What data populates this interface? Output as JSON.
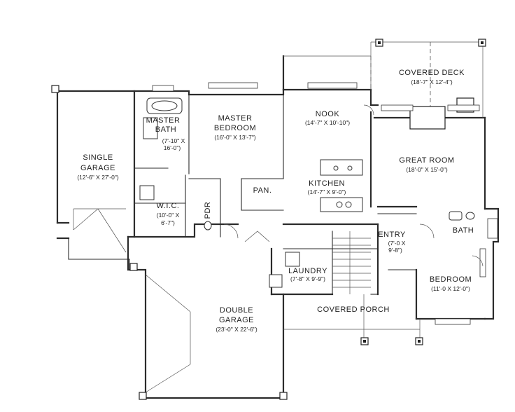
{
  "rooms": [
    {
      "id": "covered-deck",
      "name": "COVERED DECK",
      "dims": "(18'-7\" X 12'-4\")"
    },
    {
      "id": "nook",
      "name": "NOOK",
      "dims": "(14'-7\" X 10'-10\")"
    },
    {
      "id": "master-bath",
      "name": "MASTER BATH",
      "dims": "(7'-10\" X 16'-0\")"
    },
    {
      "id": "master-bedroom",
      "name": "MASTER BEDROOM",
      "dims": "(16'-0\" X 13'-7\")"
    },
    {
      "id": "single-garage",
      "name": "SINGLE GARAGE",
      "dims": "(12'-6\" X 27'-0\")"
    },
    {
      "id": "great-room",
      "name": "GREAT ROOM",
      "dims": "(18'-0\" X 15'-0\")"
    },
    {
      "id": "kitchen",
      "name": "KITCHEN",
      "dims": "(14'-7\" X 9'-0\")"
    },
    {
      "id": "pantry",
      "name": "PAN.",
      "dims": ""
    },
    {
      "id": "wic",
      "name": "W.I.C.",
      "dims": "(10'-0\" X 6'-7\")"
    },
    {
      "id": "powder",
      "name": "PDR",
      "dims": ""
    },
    {
      "id": "bath",
      "name": "BATH",
      "dims": ""
    },
    {
      "id": "entry",
      "name": "ENTRY",
      "dims": "(7'-0 X 9'-8\")"
    },
    {
      "id": "laundry",
      "name": "LAUNDRY",
      "dims": "(7'-8\" X 9'-9\")"
    },
    {
      "id": "bedroom",
      "name": "BEDROOM",
      "dims": "(11'-0 X 12'-0\")"
    },
    {
      "id": "double-garage",
      "name": "DOUBLE GARAGE",
      "dims": "(23'-0\" X 22'-6\")"
    },
    {
      "id": "covered-porch",
      "name": "COVERED PORCH",
      "dims": ""
    }
  ],
  "label_split": {
    "master_bath": [
      "MASTER",
      "BATH"
    ],
    "master_bedroom": [
      "MASTER",
      "BEDROOM"
    ],
    "single_garage": [
      "SINGLE",
      "GARAGE"
    ],
    "double_garage": [
      "DOUBLE",
      "GARAGE"
    ],
    "master_bath_dims": [
      "(7'-10\" X",
      "16'-0\")"
    ],
    "wic_dims": [
      "(10'-0\" X",
      "6'-7\")"
    ],
    "entry_dims": [
      "(7'-0 X",
      "9'-8\")"
    ]
  },
  "colors": {
    "line": "#2b2b2b",
    "background": "#ffffff"
  }
}
